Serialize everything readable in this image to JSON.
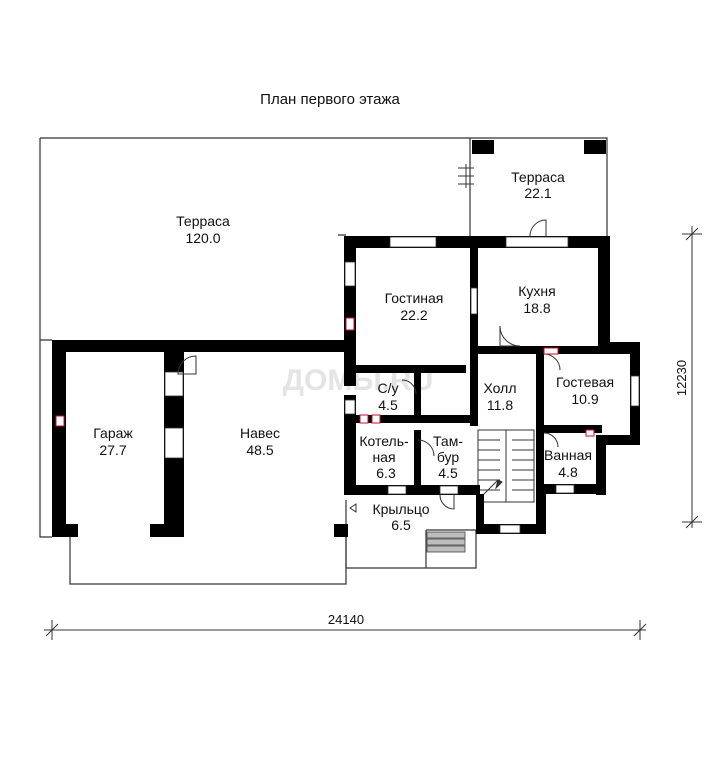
{
  "title": "План первого этажа",
  "watermark": "ДОМЫ.RU",
  "dimensions": {
    "width": "24140",
    "height": "12230"
  },
  "rooms": [
    {
      "name": "Терраса",
      "area": "120.0"
    },
    {
      "name": "Терраса",
      "area": "22.1"
    },
    {
      "name": "Гостиная",
      "area": "22.2"
    },
    {
      "name": "Кухня",
      "area": "18.8"
    },
    {
      "name": "Гараж",
      "area": "27.7"
    },
    {
      "name": "Навес",
      "area": "48.5"
    },
    {
      "name": "С/у",
      "area": "4.5"
    },
    {
      "name": "Холл",
      "area": "11.8"
    },
    {
      "name": "Гостевая",
      "area": "10.9"
    },
    {
      "name": "Котель-",
      "name2": "ная",
      "area": "6.3"
    },
    {
      "name": "Там-",
      "name2": "бур",
      "area": "4.5"
    },
    {
      "name": "Ванная",
      "area": "4.8"
    },
    {
      "name": "Крыльцо",
      "area": "6.5"
    }
  ],
  "colors": {
    "wall": "#000000",
    "line": "#333333",
    "accent": "#c8102e"
  }
}
